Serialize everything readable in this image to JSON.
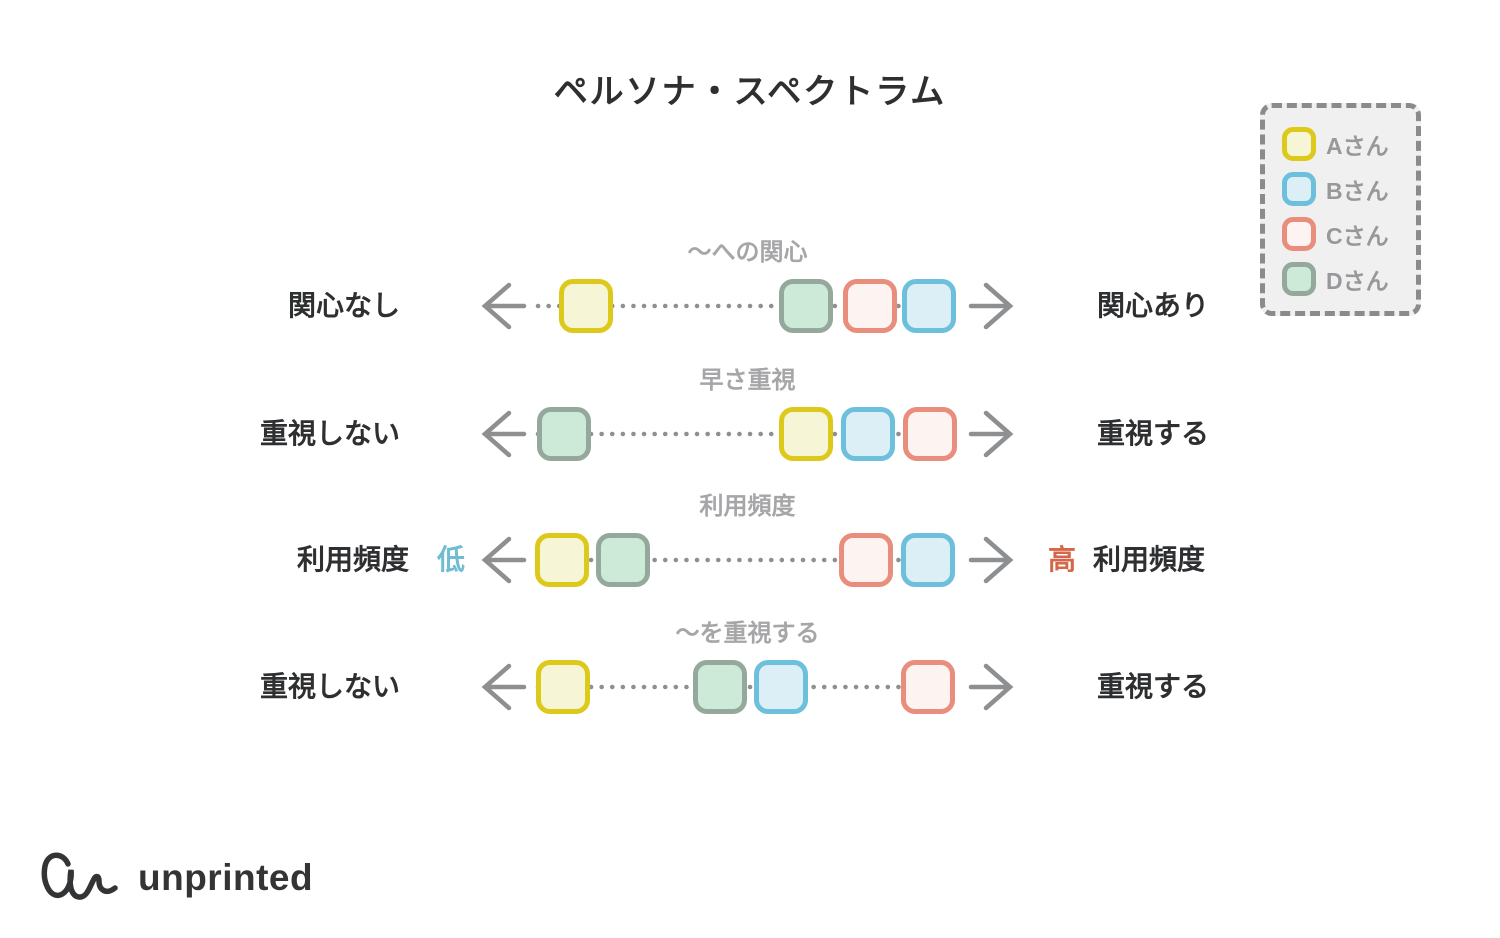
{
  "title": "ペルソナ・スペクトラム",
  "legend": {
    "items": [
      {
        "person": "A",
        "label": "Aさん"
      },
      {
        "person": "B",
        "label": "Bさん"
      },
      {
        "person": "C",
        "label": "Cさん"
      },
      {
        "person": "D",
        "label": "Dさん"
      }
    ]
  },
  "people_colors": {
    "A": {
      "border": "#ddc91a",
      "fill": "#f6f5d6"
    },
    "B": {
      "border": "#6cc0dc",
      "fill": "#dcEEf6"
    },
    "C": {
      "border": "#e98d7d",
      "fill": "#fdf3f1"
    },
    "D": {
      "border": "#94a99c",
      "fill": "#cdead9"
    }
  },
  "rows": [
    {
      "topic": "〜への関心",
      "left": {
        "text": "関心なし"
      },
      "right": {
        "text": "関心あり"
      },
      "markers": [
        {
          "person": "A",
          "pos": 0.198
        },
        {
          "person": "D",
          "pos": 0.609
        },
        {
          "person": "C",
          "pos": 0.729
        },
        {
          "person": "B",
          "pos": 0.839
        }
      ]
    },
    {
      "topic": "早さ重視",
      "left": {
        "text": "重視しない"
      },
      "right": {
        "text": "重視する"
      },
      "markers": [
        {
          "person": "D",
          "pos": 0.157
        },
        {
          "person": "A",
          "pos": 0.609
        },
        {
          "person": "B",
          "pos": 0.725
        },
        {
          "person": "C",
          "pos": 0.841
        }
      ]
    },
    {
      "topic": "利用頻度",
      "left": {
        "text": "利用頻度",
        "accent": "低",
        "accent_color": "#6fbcd3"
      },
      "right": {
        "text": "利用頻度",
        "accent": "高",
        "accent_color": "#d4674a"
      },
      "markers": [
        {
          "person": "A",
          "pos": 0.153
        },
        {
          "person": "D",
          "pos": 0.267
        },
        {
          "person": "C",
          "pos": 0.722
        },
        {
          "person": "B",
          "pos": 0.837
        }
      ]
    },
    {
      "topic": "〜を重視する",
      "left": {
        "text": "重視しない"
      },
      "right": {
        "text": "重視する"
      },
      "markers": [
        {
          "person": "A",
          "pos": 0.155
        },
        {
          "person": "D",
          "pos": 0.449
        },
        {
          "person": "B",
          "pos": 0.563
        },
        {
          "person": "C",
          "pos": 0.837
        }
      ]
    }
  ],
  "axis_style": {
    "line_color": "#8d8f91"
  },
  "footer": {
    "logo_text": "unprinted"
  }
}
